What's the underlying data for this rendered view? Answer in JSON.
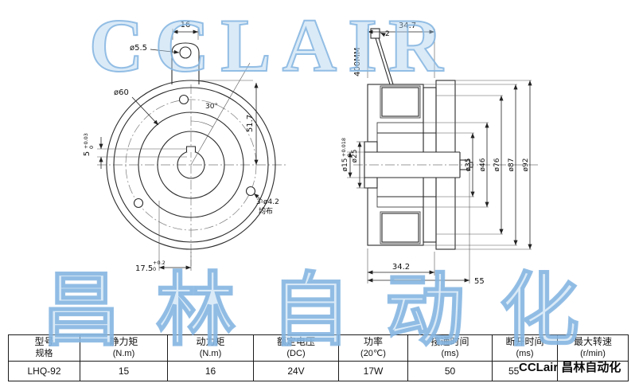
{
  "watermark": {
    "top": "CCLAIR",
    "bottom": "昌林自动化"
  },
  "brand": {
    "caption": "CCLair 昌林自动化"
  },
  "drawing": {
    "front": {
      "tab_width": "16",
      "tab_hole_dia": "ø5.5",
      "ref_dia": "ø60",
      "angle": "30°",
      "radial_dim": "51.7",
      "key_width": "5",
      "key_width_tol_upper": "+0.03",
      "key_width_tol_lower": "0",
      "holes": "3-ø4.2",
      "holes_note": "均布",
      "key_depth": "17.5",
      "key_depth_tol_upper": "+0.2",
      "key_depth_tol_lower": "0"
    },
    "side": {
      "top_width": "34.7",
      "lead_gap": "2",
      "lead_length": "400MM",
      "bore_dia": "ø15",
      "bore_tol_upper": "+0.018",
      "bore_tol_lower": "0",
      "hub_dia": "ø25",
      "d35": "ø35",
      "d46": "ø46",
      "d76": "ø76",
      "d87": "ø87",
      "d92": "ø92",
      "bottom_width": "34.2",
      "overall_width": "55"
    }
  },
  "table": {
    "headers": [
      {
        "line1": "型号",
        "line2": "规格"
      },
      {
        "line1": "静力矩",
        "line2": "(N.m)"
      },
      {
        "line1": "动力矩",
        "line2": "(N.m)"
      },
      {
        "line1": "额定电压",
        "line2": "(DC)"
      },
      {
        "line1": "功率",
        "line2": "(20℃)"
      },
      {
        "line1": "接通时间",
        "line2": "(ms)"
      },
      {
        "line1": "断开时间",
        "line2": "(ms)"
      },
      {
        "line1": "最大转速",
        "line2": "(r/min)"
      }
    ],
    "row": {
      "model": "LHQ-92",
      "static_torque": "15",
      "dynamic_torque": "16",
      "voltage": "24V",
      "power": "17W",
      "on_time": "50",
      "off_time": "55",
      "max_speed": ""
    }
  }
}
